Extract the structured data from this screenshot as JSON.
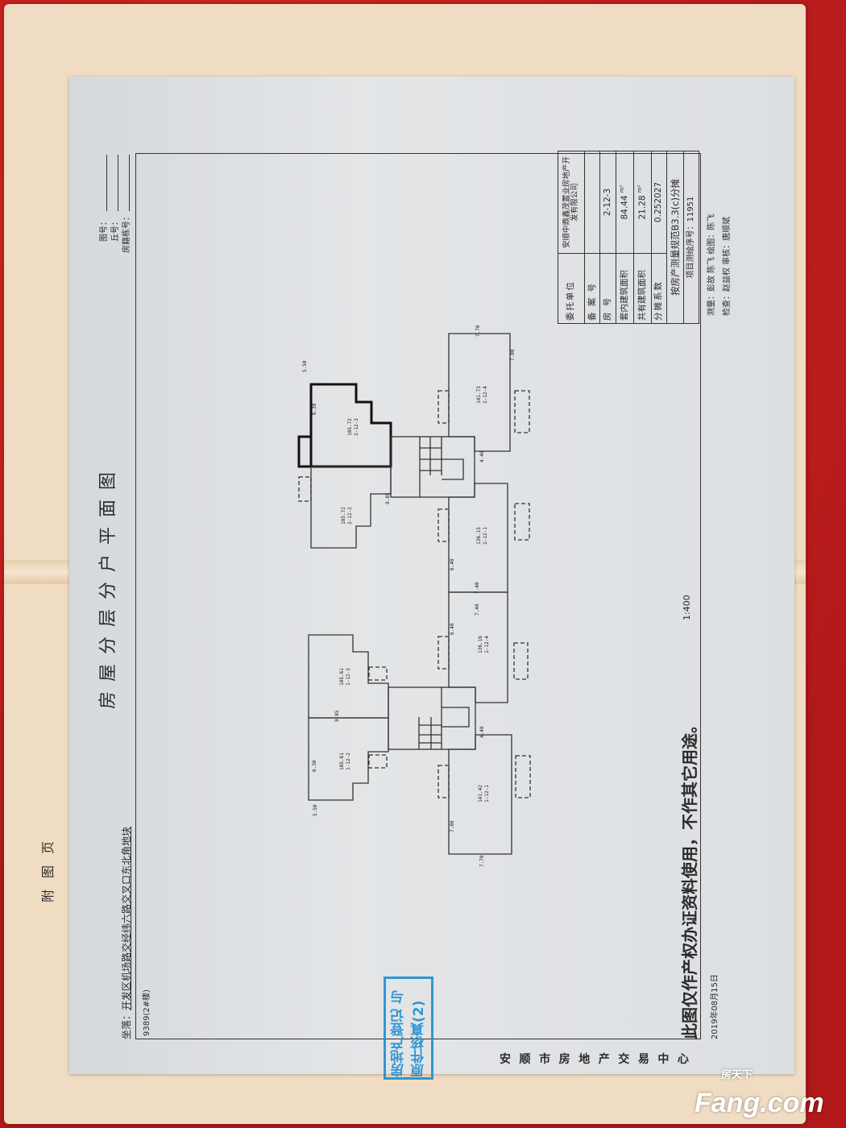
{
  "page": {
    "header": "附图页",
    "title": "房屋分层分户平面图",
    "address_label": "坐落：",
    "address": "开发区机场路交经纬六路交叉口东北角地块",
    "building": "9389(2#楼)",
    "top_fields": [
      "图号：",
      "丘号：",
      "房籍栋号："
    ],
    "scale": "1:400",
    "notice": "此图仅作产权办证资料使用，不作其它用途。",
    "date": "2019年08月15日",
    "issuer_chars": [
      "安",
      "顺",
      "市",
      "房",
      "地",
      "产",
      "交",
      "易",
      "中",
      "心"
    ]
  },
  "info_table": {
    "rows": [
      {
        "label": "委托单位",
        "value": "安顺中鼎鑫茂置业房地产开发有限公司"
      },
      {
        "label": "备 案 号",
        "value": ""
      },
      {
        "label": "房 号",
        "value": "2-12-3"
      },
      {
        "label": "套内建筑面积",
        "value": "84.44",
        "unit": "m²"
      },
      {
        "label": "共有建筑面积",
        "value": "21.28",
        "unit": "m²"
      },
      {
        "label": "分摊系数",
        "value": "0.252027"
      }
    ],
    "method": "按房产测量规范B3.3(c)分摊",
    "project_no": "项目测绘序号：11951",
    "surveyors": "测量：彭故  陈飞  绘图：陈飞",
    "checkers": "检查：赵益权  审核：唐顺斌"
  },
  "plan": {
    "units": [
      {
        "id": "2-12-3",
        "area": "105.72",
        "highlighted": true
      },
      {
        "id": "2-12-2",
        "area": "105.72"
      },
      {
        "id": "2-12-4",
        "area": "141.73"
      },
      {
        "id": "2-12-1",
        "area": "136.15"
      },
      {
        "id": "1-12-3",
        "area": "105.61"
      },
      {
        "id": "1-12-2",
        "area": "105.61"
      },
      {
        "id": "1-12-4",
        "area": "136.16"
      },
      {
        "id": "1-12-1",
        "area": "141.42"
      }
    ],
    "dims": [
      "5.50",
      "6.30",
      "9.85",
      "7.70",
      "7.00",
      "4.40",
      "6.40",
      "7.40",
      "5.50",
      "6.30",
      "9.85",
      "7.40",
      "6.40",
      "4.40",
      "7.00",
      "7.70"
    ]
  },
  "stamp_text": "房地产登记 与原件核真(2)",
  "watermark": {
    "cn": "房天下",
    "en": "Fang.com"
  },
  "colors": {
    "stamp": "#1f8ed0",
    "fabric": "#c41f1d",
    "folder": "#f0dcc2"
  }
}
